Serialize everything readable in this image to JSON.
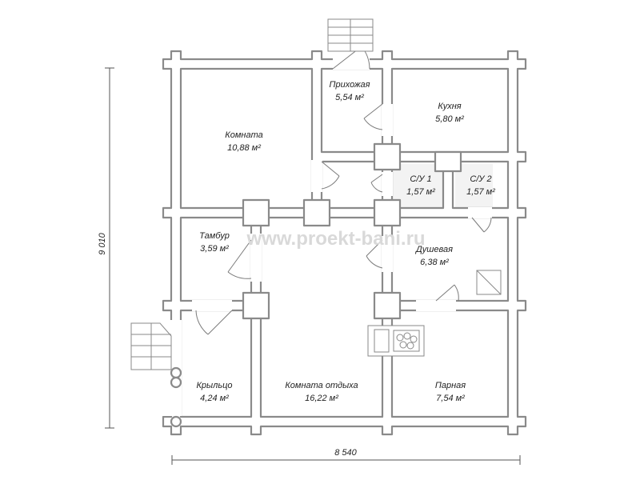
{
  "rooms": [
    {
      "id": "komnata",
      "name": "Комната",
      "area": "10,88 м²"
    },
    {
      "id": "prihozhaya",
      "name": "Прихожая",
      "area": "5,54 м²"
    },
    {
      "id": "kuhnya",
      "name": "Кухня",
      "area": "5,80 м²"
    },
    {
      "id": "su1",
      "name": "С/У 1",
      "area": "1,57 м²"
    },
    {
      "id": "su2",
      "name": "С/У 2",
      "area": "1,57 м²"
    },
    {
      "id": "tambur",
      "name": "Тамбур",
      "area": "3,59 м²"
    },
    {
      "id": "dushevaya",
      "name": "Душевая",
      "area": "6,38 м²"
    },
    {
      "id": "krylco",
      "name": "Крыльцо",
      "area": "4,24 м²"
    },
    {
      "id": "komnata-otdyha",
      "name": "Комната отдыха",
      "area": "16,22 м²"
    },
    {
      "id": "parnaya",
      "name": "Парная",
      "area": "7,54 м²"
    }
  ],
  "dimensions": {
    "width": "8 540",
    "height": "9 010"
  },
  "watermark": "www.proekt-bani.ru"
}
